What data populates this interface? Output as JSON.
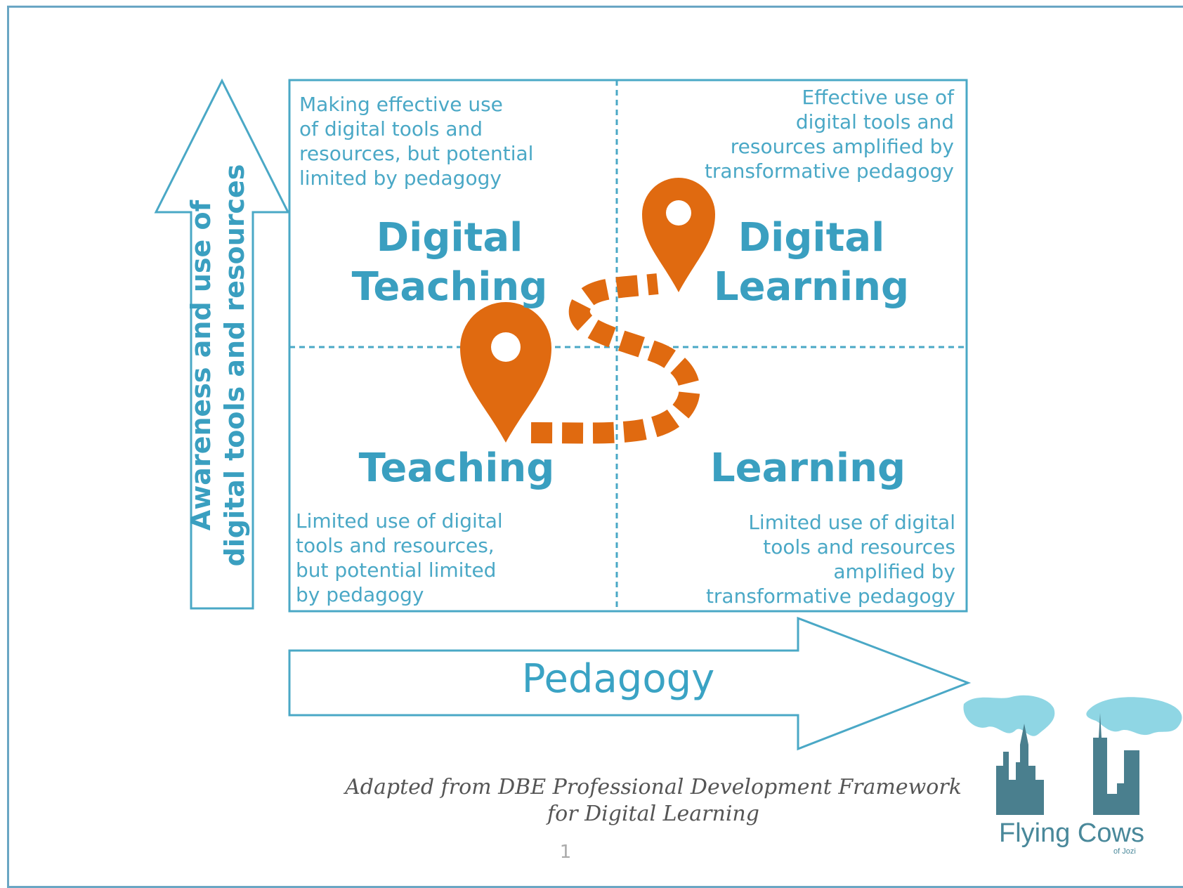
{
  "quadrants": {
    "top_left": {
      "title_line1": "Digital",
      "title_line2": "Teaching",
      "desc": [
        "Making effective use",
        "of digital tools and",
        "resources, but potential",
        "limited by pedagogy"
      ]
    },
    "top_right": {
      "title_line1": "Digital",
      "title_line2": "Learning",
      "desc": [
        "Effective use of",
        "digital tools and",
        "resources amplified by",
        "transformative pedagogy"
      ]
    },
    "bottom_left": {
      "title": "Teaching",
      "desc": [
        "Limited use of digital",
        "tools and resources,",
        "but potential limited",
        "by pedagogy"
      ]
    },
    "bottom_right": {
      "title": "Learning",
      "desc": [
        "Limited use of digital",
        "tools and resources",
        "amplified by",
        "transformative pedagogy"
      ]
    }
  },
  "axes": {
    "y_line1": "Awareness and use of",
    "y_line2": "digital tools and resources",
    "x": "Pedagogy"
  },
  "caption_line1": "Adapted from DBE Professional Development Framework",
  "caption_line2": "for Digital Learning",
  "page_number": "1",
  "brand": {
    "name": "Flying Cows",
    "sub": "of Jozi"
  },
  "colors": {
    "accent": "#3aa3c4",
    "pin": "#e06a10",
    "logo_cloud": "#8fd6e4",
    "logo_city": "#4a7f8e"
  },
  "icons": [
    "location-pin-icon",
    "location-pin-icon",
    "up-arrow-icon",
    "right-arrow-icon",
    "flying-cows-logo"
  ]
}
